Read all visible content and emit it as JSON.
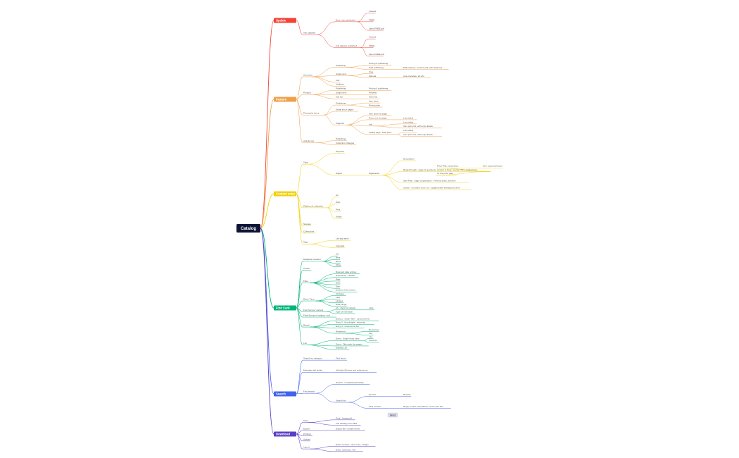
{
  "root": {
    "label": "Catalog",
    "color": "#0f1436"
  },
  "branches": [
    {
      "label": "Update",
      "color": "#f44336",
      "children": [
        {
          "label": "Info updated",
          "children": [
            {
              "label": "New entry published",
              "children": [
                {
                  "label": "Viewed"
                },
                {
                  "label": "FREE"
                },
                {
                  "label": "Open FREE pdf"
                }
              ]
            },
            {
              "label": "Full dataset published",
              "children": [
                {
                  "label": "Viewed"
                },
                {
                  "label": "FREE"
                },
                {
                  "label": "Open FREE pdf"
                }
              ]
            }
          ]
        }
      ]
    },
    {
      "label": "Feature",
      "color": "#f0a04b",
      "children": [
        {
          "label": "Overview",
          "children": [
            {
              "label": "Publishing",
              "children": [
                {
                  "label": "Pricing & publishing"
                },
                {
                  "label": "Paid publishing",
                  "children": [
                    {
                      "label": "Edit purpose, content and other features"
                    }
                  ]
                }
              ]
            },
            {
              "label": "Single item",
              "children": [
                {
                  "label": "Free"
                },
                {
                  "label": "Manual",
                  "children": [
                    {
                      "label": "Auto translate, all info"
                    }
                  ]
                }
              ]
            },
            {
              "label": "Info"
            },
            {
              "label": "Attribute"
            }
          ]
        },
        {
          "label": "Product",
          "children": [
            {
              "label": "Publishing",
              "children": [
                {
                  "label": "Pricing & publishing"
                }
              ]
            },
            {
              "label": "Single item",
              "children": [
                {
                  "label": "Preview"
                }
              ]
            },
            {
              "label": "Info list",
              "children": [
                {
                  "label": "Items list"
                }
              ]
            }
          ]
        },
        {
          "label": "Pricing list items",
          "children": [
            {
              "label": "Publishing",
              "children": [
                {
                  "label": "Item price"
                },
                {
                  "label": "Pricing plan"
                }
              ]
            },
            {
              "label": "Detail list of pages"
            },
            {
              "label": "Page list",
              "children": [
                {
                  "label": "Item price list page"
                },
                {
                  "label": "Price of a list page",
                  "children": [
                    {
                      "label": "List visible"
                    }
                  ]
                },
                {
                  "label": "Info",
                  "children": [
                    {
                      "label": "List visible"
                    },
                    {
                      "label": "Item price list, with only details"
                    }
                  ]
                },
                {
                  "label": "Listing page, Total price",
                  "children": [
                    {
                      "label": "List visible"
                    },
                    {
                      "label": "Item price list, with only details"
                    }
                  ]
                }
              ]
            }
          ]
        },
        {
          "label": "Activity log",
          "children": [
            {
              "label": "Publishing"
            },
            {
              "label": "Collection changes"
            }
          ]
        }
      ]
    },
    {
      "label": "Content entry",
      "color": "#f1d10e",
      "children": [
        {
          "label": "Type",
          "children": [
            {
              "label": "Physical"
            },
            {
              "label": "Digital",
              "children": [
                {
                  "label": "Digitization",
                  "children": [
                    {
                      "label": "Description"
                    },
                    {
                      "label": "Read-through - page of questions, content & body, source of the original item",
                      "children": [
                        {
                          "label": "Price-Plan of question",
                          "children": [
                            {
                              "label": "One customer/buyer"
                            }
                          ]
                        },
                        {
                          "label": "To the price plan"
                        }
                      ]
                    },
                    {
                      "label": "Item-Plan - page of questions - Free full price, full item"
                    },
                    {
                      "label": "Check - Go with it from / to - updated with feedback to item"
                    }
                  ]
                }
              ]
            }
          ]
        },
        {
          "label": "Platform & collection",
          "children": [
            {
              "label": "All"
            },
            {
              "label": "Web"
            },
            {
              "label": "Print"
            },
            {
              "label": "Kindle"
            }
          ]
        },
        {
          "label": "Storage"
        },
        {
          "label": "Collections"
        },
        {
          "label": "Tags",
          "children": [
            {
              "label": "List tag name"
            },
            {
              "label": "Imported"
            }
          ]
        }
      ]
    },
    {
      "label": "Find Card",
      "color": "#00b377",
      "children": [
        {
          "label": "Database location",
          "children": [
            {
              "label": "US"
            },
            {
              "label": "Beta"
            },
            {
              "label": "EU a"
            },
            {
              "label": "Other"
            }
          ]
        },
        {
          "label": "Cluster"
        },
        {
          "label": "Filter",
          "children": [
            {
              "label": "Relevant data entries"
            },
            {
              "label": "Extensions - details"
            },
            {
              "label": "Path"
            },
            {
              "label": "Date"
            },
            {
              "label": "Size"
            },
            {
              "label": "Custom entry recent"
            }
          ]
        },
        {
          "label": "Date / Time",
          "children": [
            {
              "label": "All dates"
            },
            {
              "label": "Last"
            },
            {
              "label": "Limited"
            },
            {
              "label": "Date range"
            }
          ]
        },
        {
          "label": "Fast format / content",
          "children": [
            {
              "label": "All - show full details",
              "children": [
                {
                  "label": "Lists"
                }
              ]
            },
            {
              "label": "Type of extension"
            }
          ]
        },
        {
          "label": "Final format of catalog - pdf"
        },
        {
          "label": "Result",
          "children": [
            {
              "label": "Entry 1 - show 'Title' - up to 5 items"
            },
            {
              "label": "Entry 2 - find details - show list"
            },
            {
              "label": "Entry 3 - show items list"
            },
            {
              "label": "Reference",
              "children": [
                {
                  "label": "Resources"
                },
                {
                  "label": "List"
                }
              ]
            }
          ]
        },
        {
          "label": "List",
          "children": [
            {
              "label": "Entry - Single entry view",
              "children": [
                {
                  "label": "List"
                },
                {
                  "label": "Card list"
                }
              ]
            },
            {
              "label": "Entry - Filter with the pages"
            },
            {
              "label": "Display List"
            }
          ]
        }
      ]
    },
    {
      "label": "Search",
      "color": "#4263eb",
      "children": [
        {
          "label": "Search by category",
          "children": [
            {
              "label": "Find items"
            }
          ]
        },
        {
          "label": "Metadata (all fields)",
          "children": [
            {
              "label": "All fields (Entries and collections)"
            }
          ]
        },
        {
          "label": "Find search",
          "children": [
            {
              "label": "Search - metadata (all fields)"
            },
            {
              "label": "Search list",
              "children": [
                {
                  "label": "Text list",
                  "children": [
                    {
                      "label": "Results"
                    }
                  ]
                },
                {
                  "label": "Find content",
                  "children": [
                    {
                      "label": "Reply, review, translations, and much info"
                    }
                  ]
                }
              ]
            }
          ]
        }
      ]
    },
    {
      "label": "Download",
      "color": "#5b3fc4",
      "children": [
        {
          "label": "Save",
          "children": [
            {
              "label": "Print / Image pdf"
            },
            {
              "label": "Full catalog from EDIT"
            }
          ]
        },
        {
          "label": "Export",
          "children": [
            {
              "label": "Export file / Create Items"
            }
          ]
        },
        {
          "label": "Printing"
        },
        {
          "label": "Upload"
        },
        {
          "label": "Import",
          "children": [
            {
              "label": "Entire content - new entry - Plugin"
            },
            {
              "label": "Entire collection / list"
            }
          ]
        }
      ]
    }
  ],
  "note": {
    "label": "Word"
  }
}
